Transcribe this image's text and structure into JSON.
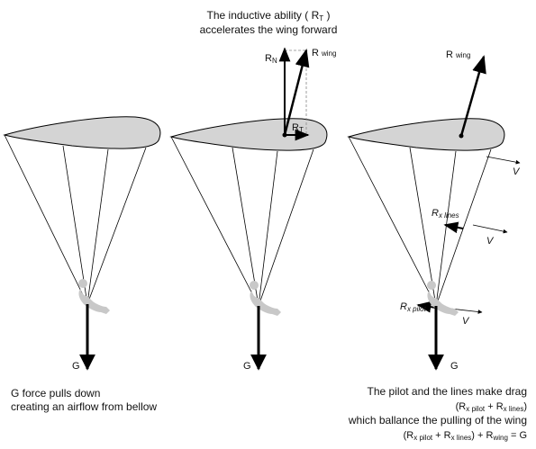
{
  "title_line1": "The inductive ability ( R",
  "title_line1_sub": "T",
  "title_line1_end": " )",
  "title_line2": "accelerates the wing forward",
  "label_G": "G",
  "label_RN": "R",
  "label_RN_sub": "N",
  "label_RT": "R",
  "label_RT_sub": "T",
  "label_Rwing": "R",
  "label_Rwing_sub": "wing",
  "label_V": "V",
  "label_Rx": "R",
  "label_lines_sub": "x lines",
  "label_pilot_sub": "x pilot",
  "caption_left_line1": "G force pulls down",
  "caption_left_line2": "creating an airflow from bellow",
  "caption_right_line1": "The pilot and the lines make drag",
  "caption_right_line2": "(R",
  "caption_right_line2_a": "x pilot",
  "caption_right_line2_b": " + R",
  "caption_right_line2_c": "x lines",
  "caption_right_line2_d": ")",
  "caption_right_line3": "which ballance the pulling of the wing",
  "caption_right_line4_a": "(R",
  "caption_right_line4_b": "x pilot",
  "caption_right_line4_c": " + R",
  "caption_right_line4_d": "x lines",
  "caption_right_line4_e": ") + R",
  "caption_right_line4_f": "wing",
  "caption_right_line4_g": " = G",
  "colors": {
    "wing_fill": "#d4d4d4",
    "stroke": "#000000",
    "pilot": "#c8c8c8"
  }
}
